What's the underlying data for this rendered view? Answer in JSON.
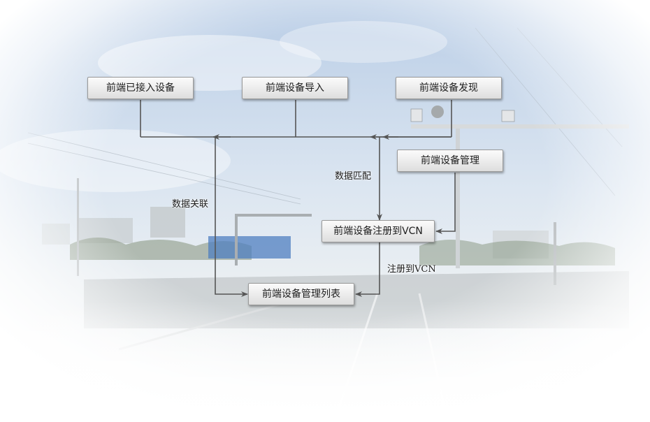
{
  "nodes": {
    "connected": "前端已接入设备",
    "import": "前端设备导入",
    "discovery": "前端设备发现",
    "management": "前端设备管理",
    "register": "前端设备注册到VCN",
    "list": "前端设备管理列表"
  },
  "edge_labels": {
    "match": "数据匹配",
    "associate": "数据关联",
    "register_vcn": "注册到VCN"
  },
  "colors": {
    "connector": "#555555",
    "sky": "#c9d8ea",
    "node_border": "#9a9a9a"
  }
}
